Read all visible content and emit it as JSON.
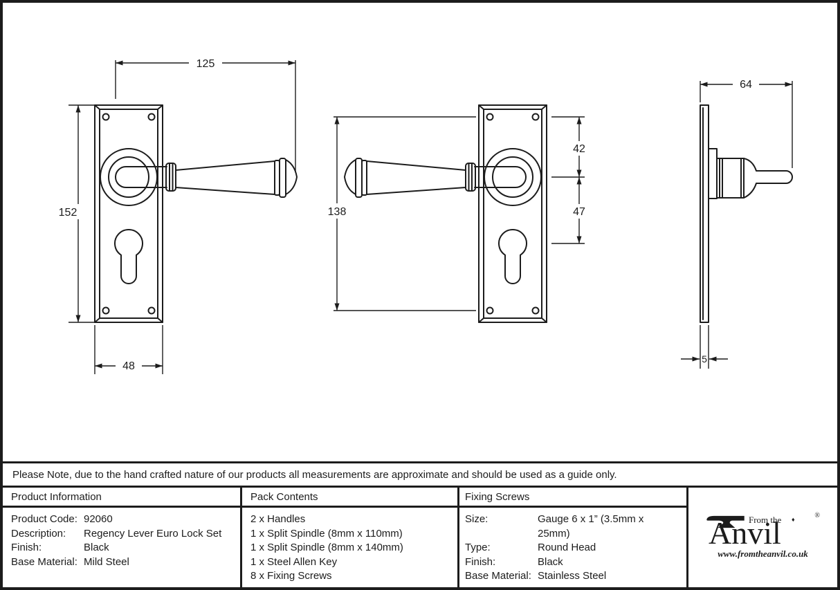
{
  "colors": {
    "ink": "#1c1c1c",
    "paper": "#ffffff"
  },
  "note": "Please Note, due to the hand crafted nature of our products all measurements are approximate and should be used as a guide only.",
  "drawings": {
    "front_view_right": {
      "lever_length": "125",
      "plate_height": "152",
      "plate_width": "48"
    },
    "front_view_left": {
      "fixing_centres": "138",
      "top_fixing_to_spindle": "42",
      "spindle_to_cylinder": "47"
    },
    "side_view": {
      "projection": "64",
      "plate_thickness": "5"
    }
  },
  "table": {
    "product_information": {
      "header": "Product Information",
      "rows": [
        {
          "label": "Product Code:",
          "value": "92060"
        },
        {
          "label": "Description:",
          "value": "Regency Lever Euro Lock Set"
        },
        {
          "label": "Finish:",
          "value": "Black"
        },
        {
          "label": "Base Material:",
          "value": "Mild Steel"
        }
      ]
    },
    "pack_contents": {
      "header": "Pack Contents",
      "items": [
        "2 x Handles",
        "1 x Split Spindle (8mm x 110mm)",
        "1 x Split Spindle (8mm x 140mm)",
        "1 x Steel Allen Key",
        "8 x Fixing Screws"
      ]
    },
    "fixing_screws": {
      "header": "Fixing Screws",
      "rows": [
        {
          "label": "Size:",
          "value": "Gauge 6 x 1” (3.5mm x 25mm)"
        },
        {
          "label": "Type:",
          "value": "Round Head"
        },
        {
          "label": "Finish:",
          "value": "Black"
        },
        {
          "label": "Base Material:",
          "value": "Stainless Steel"
        }
      ]
    }
  },
  "logo": {
    "from_the": "From the",
    "diamond": "♦",
    "registered": "®",
    "word_initial": "A",
    "word_rest": "nvil",
    "url": "www.fromtheanvil.co.uk"
  }
}
